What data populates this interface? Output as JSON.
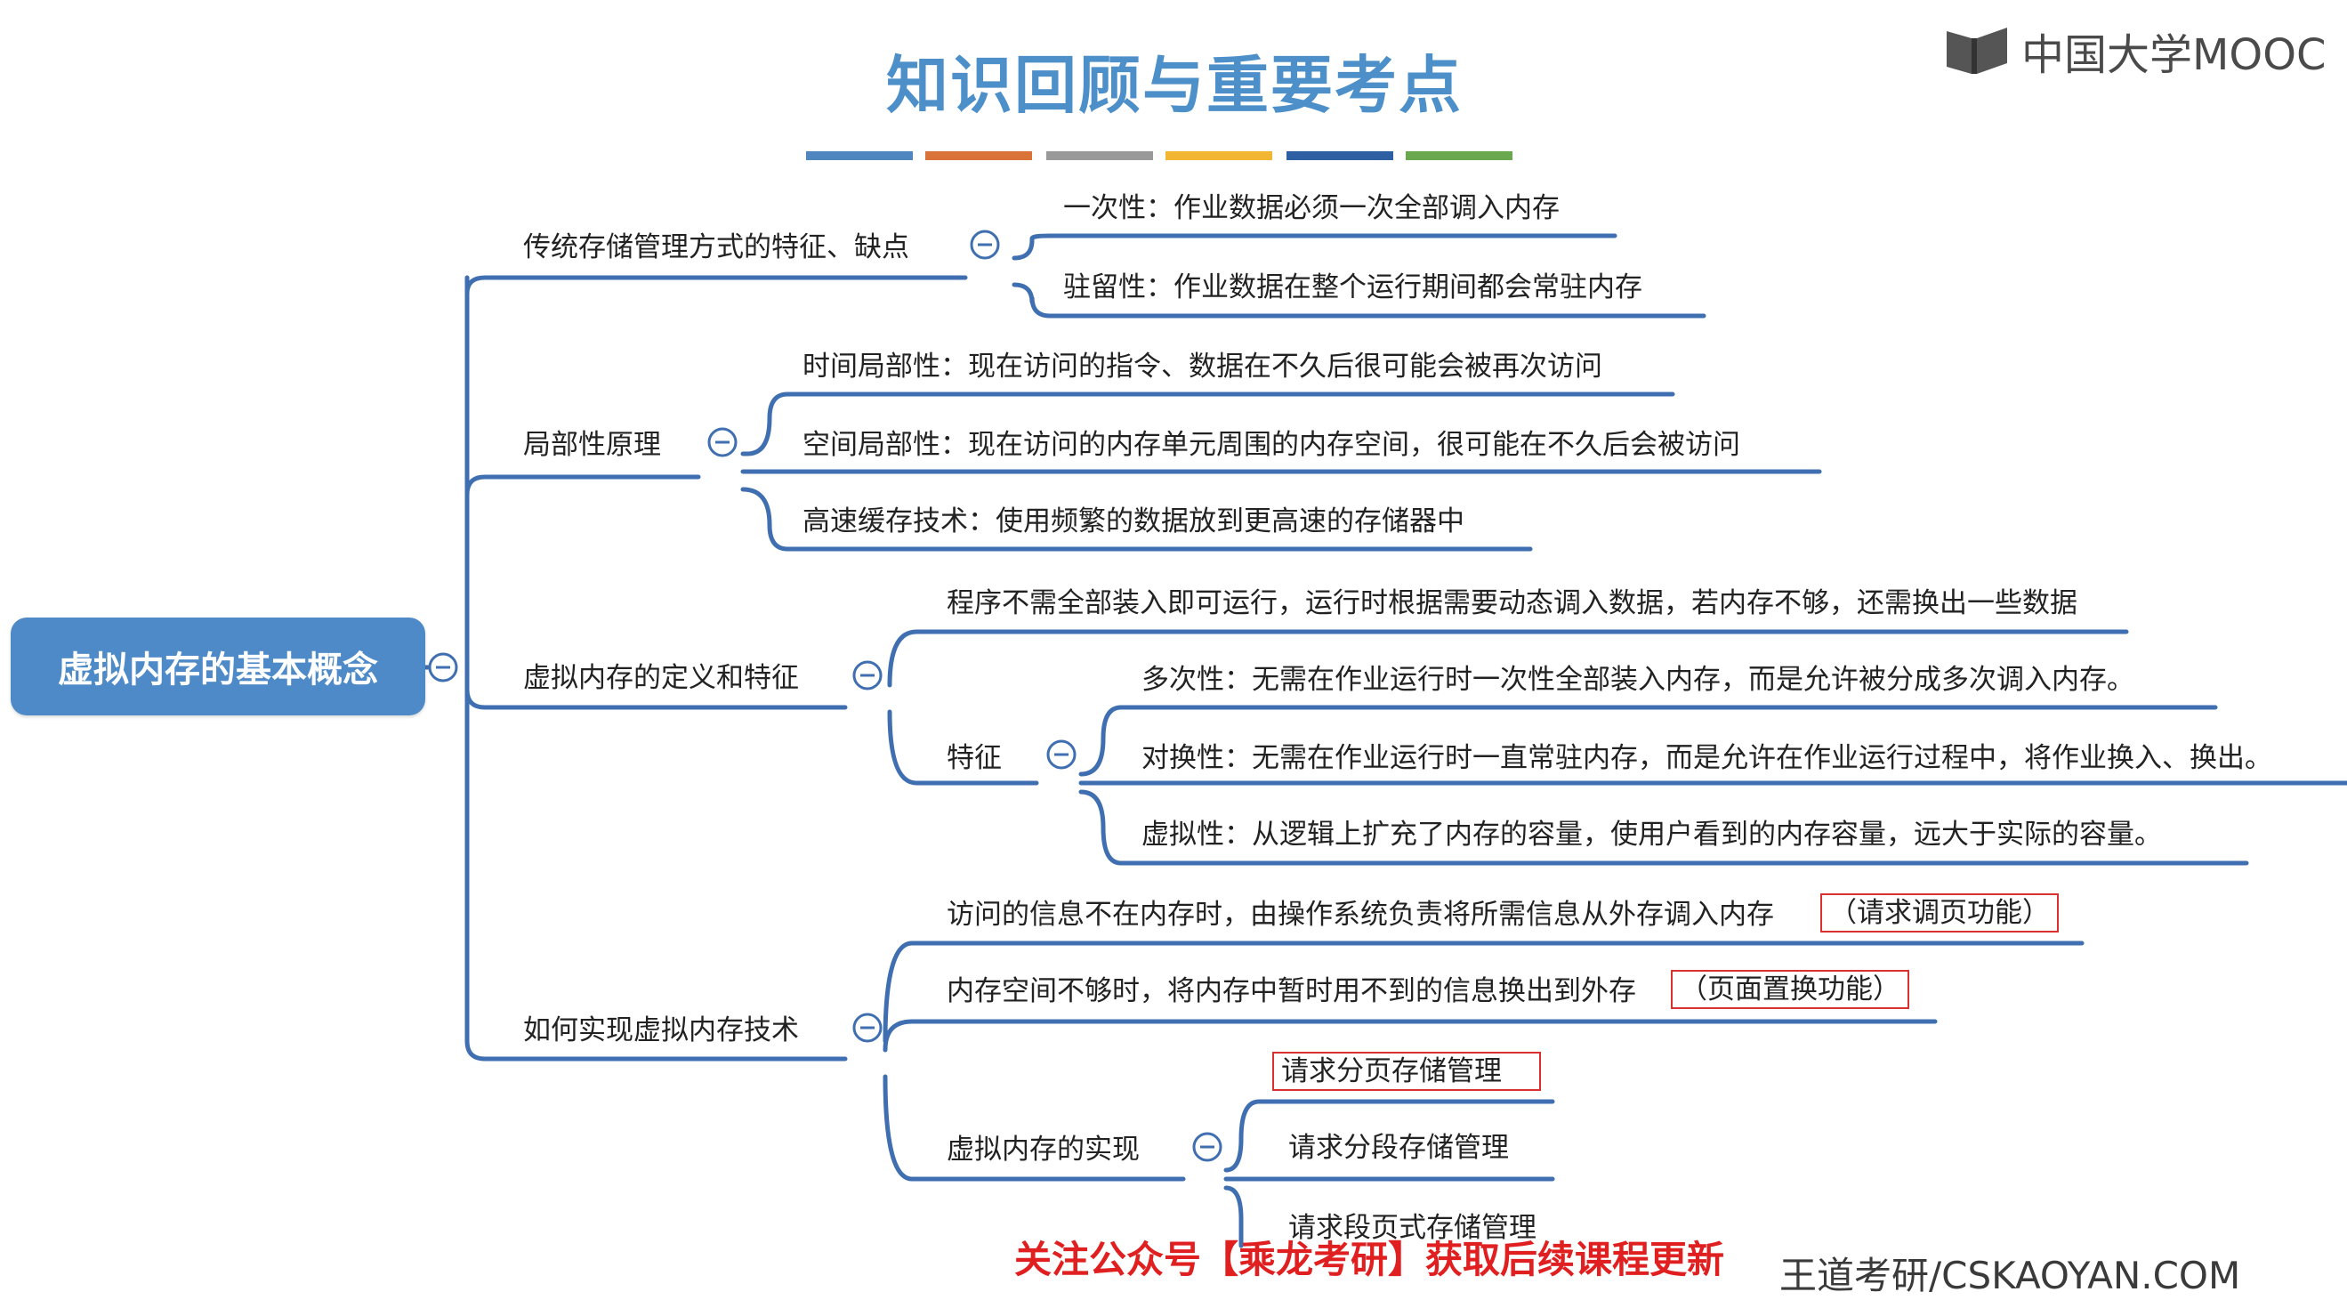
{
  "title": "知识回顾与重要考点",
  "logo": {
    "text": "中国大学MOOC",
    "icon": "mooc-book-icon"
  },
  "colors": {
    "accent_blue": "#4e8ac8",
    "line_blue": "#3f6fb0",
    "highlight_red": "#d93030",
    "footer_red": "#e02020",
    "title_stripes": [
      "#4f86c0",
      "#d9733a",
      "#9a9a9a",
      "#f2b632",
      "#2f5fa3",
      "#6aa84f"
    ]
  },
  "root": {
    "label": "虚拟内存的基本概念"
  },
  "branches": {
    "b1": {
      "label": "传统存储管理方式的特征、缺点",
      "leaves": [
        "一次性：作业数据必须一次全部调入内存",
        "驻留性：作业数据在整个运行期间都会常驻内存"
      ]
    },
    "b2": {
      "label": "局部性原理",
      "leaves": [
        "时间局部性：现在访问的指令、数据在不久后很可能会被再次访问",
        "空间局部性：现在访问的内存单元周围的内存空间，很可能在不久后会被访问",
        "高速缓存技术：使用频繁的数据放到更高速的存储器中"
      ]
    },
    "b3": {
      "label": "虚拟内存的定义和特征",
      "def": "程序不需全部装入即可运行，运行时根据需要动态调入数据，若内存不够，还需换出一些数据",
      "feature_label": "特征",
      "features": [
        "多次性：无需在作业运行时一次性全部装入内存，而是允许被分成多次调入内存。",
        "对换性：无需在作业运行时一直常驻内存，而是允许在作业运行过程中，将作业换入、换出。",
        "虚拟性：从逻辑上扩充了内存的容量，使用户看到的内存容量，远大于实际的容量。"
      ]
    },
    "b4": {
      "label": "如何实现虚拟内存技术",
      "item1": "访问的信息不在内存时，由操作系统负责将所需信息从外存调入内存",
      "item1_tag": "（请求调页功能）",
      "item2": "内存空间不够时，将内存中暂时用不到的信息换出到外存",
      "item2_tag": "（页面置换功能）",
      "impl_label": "虚拟内存的实现",
      "impls": [
        "请求分页存储管理",
        "请求分段存储管理",
        "请求段页式存储管理"
      ]
    }
  },
  "footer": "关注公众号【乘龙考研】获取后续课程更新",
  "watermark": "王道考研/CSKAOYAN.COM"
}
